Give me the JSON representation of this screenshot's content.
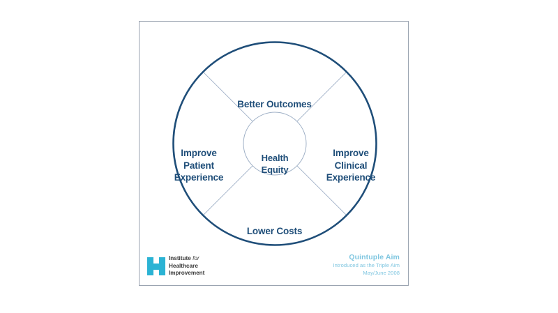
{
  "figure": {
    "type": "concentric-wheel-diagram",
    "title": "Quintuple Aim",
    "background_color": "#ffffff",
    "frame_border_color": "#9aa3b0",
    "accent_navy": "#1f4e79",
    "accent_light_blue": "#7fc6e0",
    "spoke_color": "#9fb0c6",
    "logo_color": "#2bb3d4"
  },
  "wheel": {
    "center_label": "Health\nEquity",
    "segments": [
      {
        "position": "top",
        "label": "Better Outcomes"
      },
      {
        "position": "right",
        "label": "Improve\nClinical\nExperience"
      },
      {
        "position": "bottom",
        "label": "Lower Costs"
      },
      {
        "position": "left",
        "label": "Improve\nPatient\nExperience"
      }
    ]
  },
  "logo": {
    "mark": "ihi-h-monogram",
    "line1": "Institute ",
    "line1_italic": "for",
    "line2": "Healthcare",
    "line3": "Improvement"
  },
  "caption": {
    "title": "Quintuple Aim",
    "subtitle": "Introduced as the Triple Aim",
    "date": "May/June 2008"
  }
}
